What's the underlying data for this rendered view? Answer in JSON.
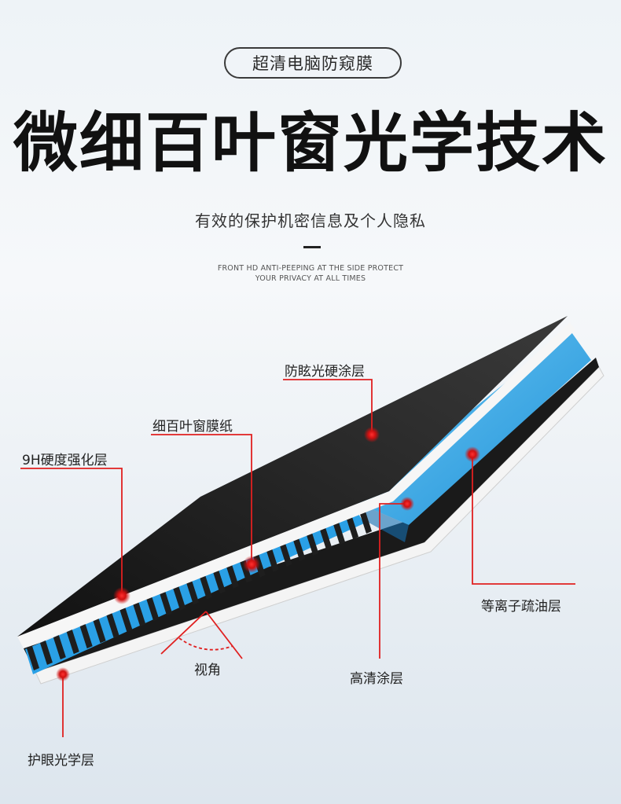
{
  "badge": {
    "text": "超清电脑防窥膜"
  },
  "headline": {
    "text": "微细百叶窗光学技术"
  },
  "subline": {
    "text": "有效的保护机密信息及个人隐私"
  },
  "english": {
    "line1": "FRONT HD ANTI-PEEPING AT THE SIDE PROTECT",
    "line2": "YOUR PRIVACY AT ALL TIMES"
  },
  "layers": {
    "anti_glare": "防眩光硬涂层",
    "louver_film": "细百叶窗膜纸",
    "hardness": "9H硬度强化层",
    "plasma_oil": "等离子疏油层",
    "viewing_angle": "视角",
    "hd_coating": "高清涂层",
    "eye_care": "护眼光学层"
  },
  "colors": {
    "accent_red": "#e02020",
    "film_black": "#1e1e1e",
    "film_blue": "#2aa0e6"
  }
}
